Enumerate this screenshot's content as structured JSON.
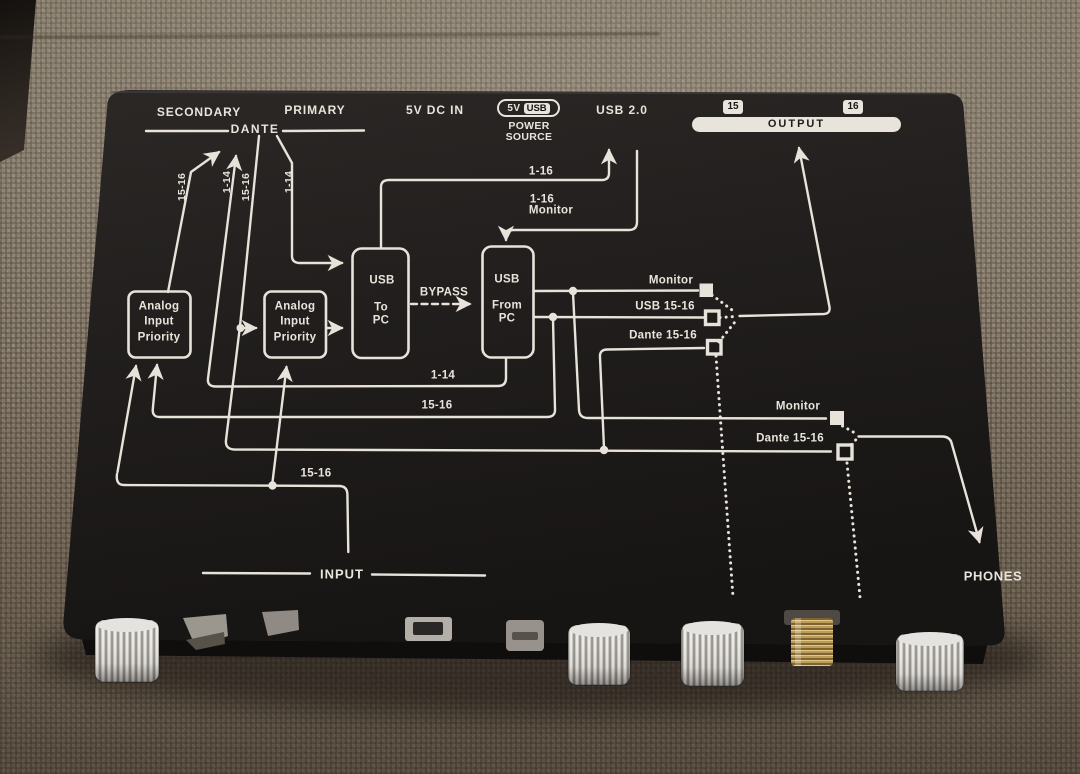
{
  "labels": {
    "secondary": "SECONDARY",
    "primary": "PRIMARY",
    "dante": "DANTE",
    "dc_in": "5V DC IN",
    "badge_5v": "5V",
    "badge_usb": "USB",
    "power_line1": "POWER",
    "power_line2": "SOURCE",
    "usb_2_0": "USB 2.0",
    "output": "OUTPUT",
    "output_ch_15": "15",
    "output_ch_16": "16",
    "dante_send_15_16": "15-16",
    "dante_send_1_14": "1-14",
    "dante_receive_15_16": "15-16",
    "dante_receive_1_14": "1-14",
    "analog_box_line1": "Analog",
    "analog_box_line2": "Input",
    "analog_box_line3": "Priority",
    "usb_to_pc_line1": "USB",
    "usb_to_pc_line2": "To",
    "usb_to_pc_line3": "PC",
    "usb_from_pc_line1": "USB",
    "usb_from_pc_line2": "From",
    "usb_from_pc_line3": "PC",
    "bypass": "BYPASS",
    "usb_send_1_16": "1-16",
    "usb_return_line1": "1-16",
    "usb_return_line2": "Monitor",
    "out_sel_monitor": "Monitor",
    "out_sel_usb": "USB 15-16",
    "out_sel_dante": "Dante 15-16",
    "route_pc_to_dante_1_14": "1-14",
    "route_usb_15_16": "15-16",
    "route_analog_15_16": "15-16",
    "phones_sel_monitor": "Monitor",
    "phones_sel_dante": "Dante 15-16",
    "input": "INPUT",
    "phones": "PHONES"
  },
  "colors": {
    "panel": "#201d1c",
    "diagram_line": "#e7e3da",
    "fabric": "#877c6c",
    "knob": "#cdcac4",
    "phones_jack_brass": "#bd9c57"
  }
}
